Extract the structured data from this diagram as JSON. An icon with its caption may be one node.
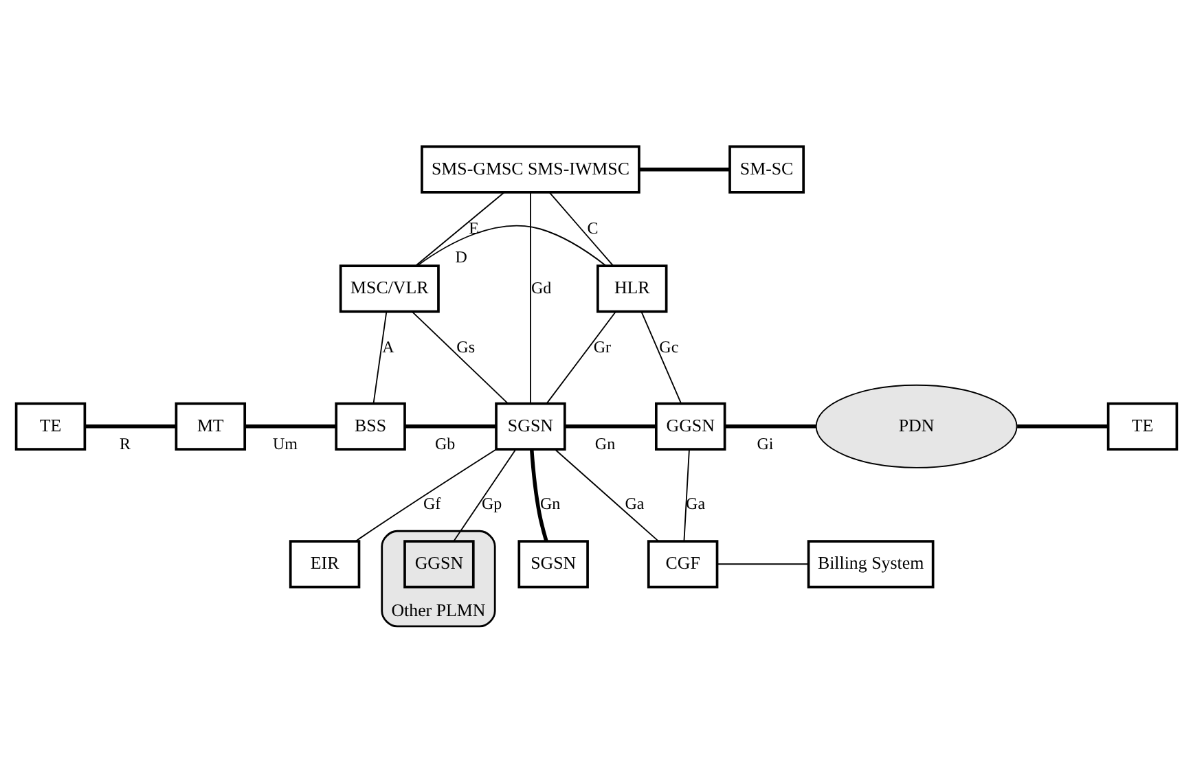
{
  "diagram": {
    "nodes": [
      {
        "text": [
          "SMS-GMSC SMS-IWMSC"
        ]
      },
      {
        "text": [
          "SM-SC"
        ]
      },
      {
        "text": [
          "MSC/VLR"
        ]
      },
      {
        "text": [
          "HLR"
        ]
      },
      {
        "text": [
          "TE"
        ]
      },
      {
        "text": [
          "MT"
        ]
      },
      {
        "text": [
          "BSS"
        ]
      },
      {
        "text": [
          "SGSN"
        ]
      },
      {
        "text": [
          "GGSN"
        ]
      },
      {
        "text": [
          "PDN"
        ]
      },
      {
        "text": [
          "TE"
        ]
      },
      {
        "text": [
          "SGSN"
        ]
      },
      {
        "text": [
          "Other PLMN"
        ]
      },
      {
        "text": [
          "GGSN"
        ],
        "in": 12
      },
      {
        "text": [
          "CGF"
        ]
      },
      {
        "text": [
          "Billing System"
        ]
      },
      {
        "text": [
          "EIR"
        ]
      }
    ],
    "edges": [
      {
        "from": 0,
        "to": 1,
        "arrow": "none",
        "style": "thick"
      },
      {
        "from": 0,
        "to": 2,
        "arrow": "none",
        "label": "E"
      },
      {
        "from": 0,
        "to": 7,
        "arrow": "none",
        "label": "Gd"
      },
      {
        "from": 0,
        "to": 3,
        "arrow": "none",
        "label": "C"
      },
      {
        "from": 2,
        "to": 3,
        "arrow": "none",
        "label": "D"
      },
      {
        "from": 2,
        "to": 6,
        "arrow": "none",
        "label": "A"
      },
      {
        "from": 2,
        "to": 7,
        "arrow": "none",
        "label": "Gs"
      },
      {
        "from": 3,
        "to": 7,
        "arrow": "none",
        "label": "Gr"
      },
      {
        "from": 3,
        "to": 8,
        "arrow": "none",
        "label": "Gc"
      },
      {
        "from": 4,
        "to": 5,
        "arrow": "none",
        "label": "R",
        "style": "thick"
      },
      {
        "from": 5,
        "to": 6,
        "arrow": "none",
        "label": "Um",
        "style": "thick"
      },
      {
        "from": 6,
        "to": 7,
        "arrow": "none",
        "label": "Gb",
        "style": "thick"
      },
      {
        "from": 7,
        "to": 8,
        "arrow": "none",
        "label": "Gn",
        "style": "thick"
      },
      {
        "from": 8,
        "to": 9,
        "arrow": "none",
        "label": "Gi",
        "style": "thick"
      },
      {
        "from": 9,
        "to": 10,
        "arrow": "none",
        "style": "thick"
      },
      {
        "from": 7,
        "to": 11,
        "arrow": "none",
        "label": "Gn",
        "style": "thick"
      },
      {
        "from": 7,
        "to": 13,
        "arrow": "none",
        "label": "Gp"
      },
      {
        "from": 7,
        "to": 14,
        "arrow": "none",
        "label": "Ga"
      },
      {
        "from": 8,
        "to": 14,
        "arrow": "none",
        "label": "Ga"
      },
      {
        "from": 7,
        "to": 16,
        "arrow": "none",
        "label": "Gf"
      },
      {
        "from": 14,
        "to": 15,
        "arrow": "none"
      }
    ]
  }
}
